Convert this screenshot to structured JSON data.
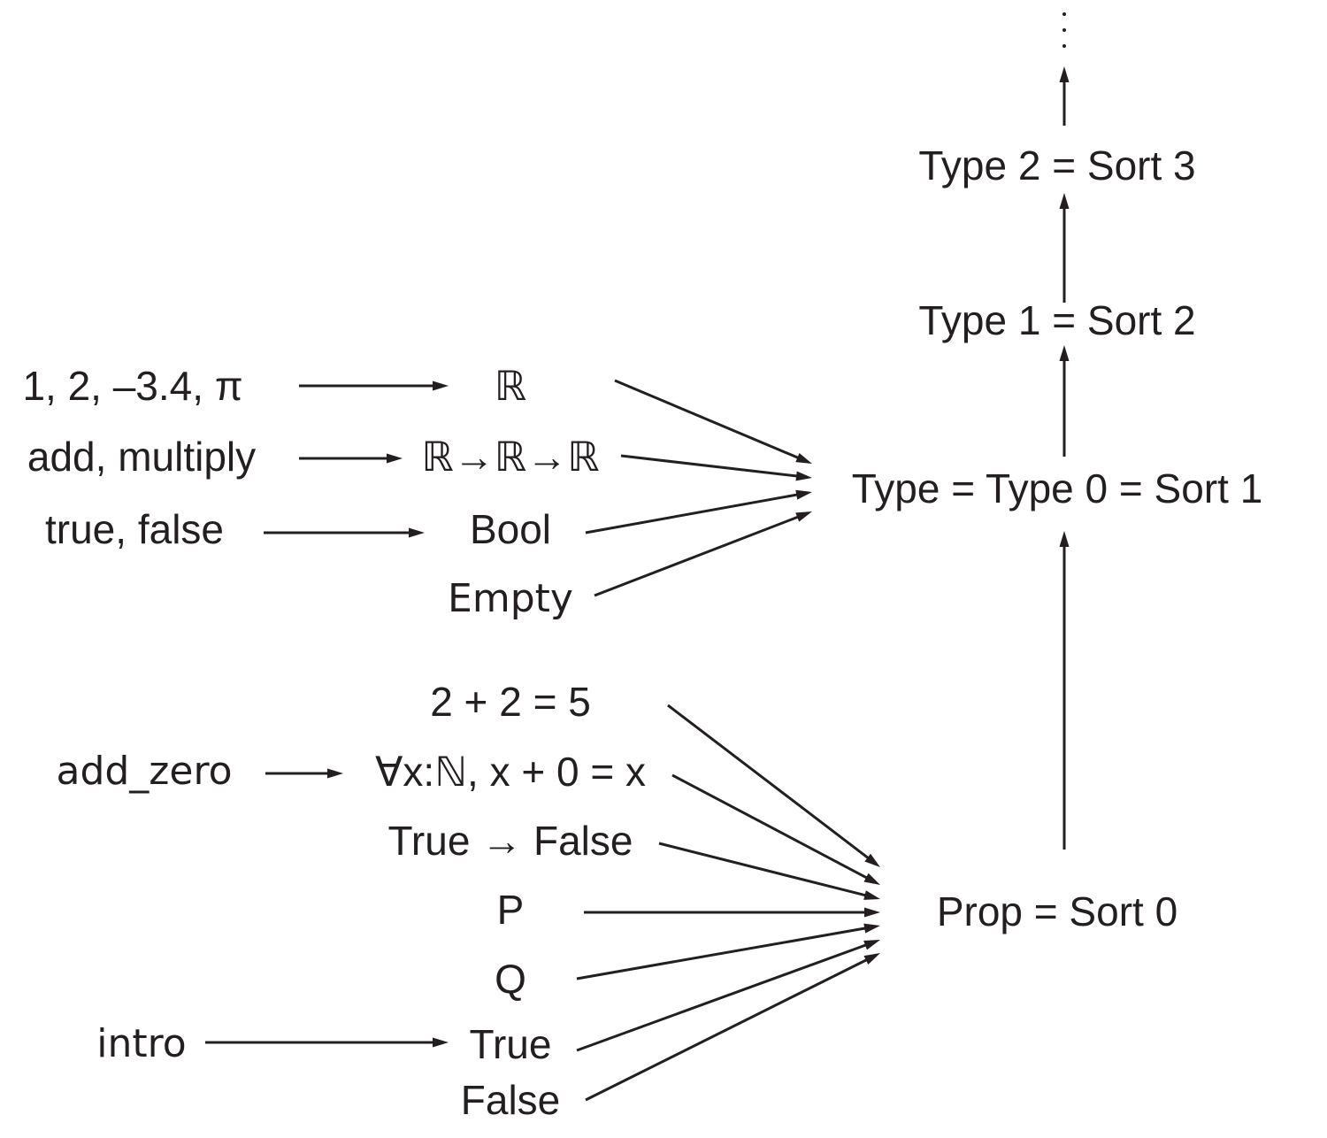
{
  "labels": {
    "type2": "Type 2 = Sort 3",
    "type1": "Type 1 = Sort 2",
    "type0": "Type = Type 0 = Sort 1",
    "prop": "Prop = Sort 0",
    "reals_terms": "1, 2, –3.4, π",
    "reals": "ℝ",
    "ops_terms": "add, multiply",
    "ops_type": "ℝ→ℝ→ℝ",
    "bool_terms": "true, false",
    "bool": "Bool",
    "empty": "Empty",
    "p_2plus2": "2 + 2 = 5",
    "add_zero": "add_zero",
    "forall": "∀x:ℕ, x + 0 = x",
    "true_false": "True → False",
    "P": "P",
    "Q": "Q",
    "intro": "intro",
    "True": "True",
    "False": "False"
  },
  "colors": {
    "ink": "#231f20",
    "background": "#ffffff"
  }
}
